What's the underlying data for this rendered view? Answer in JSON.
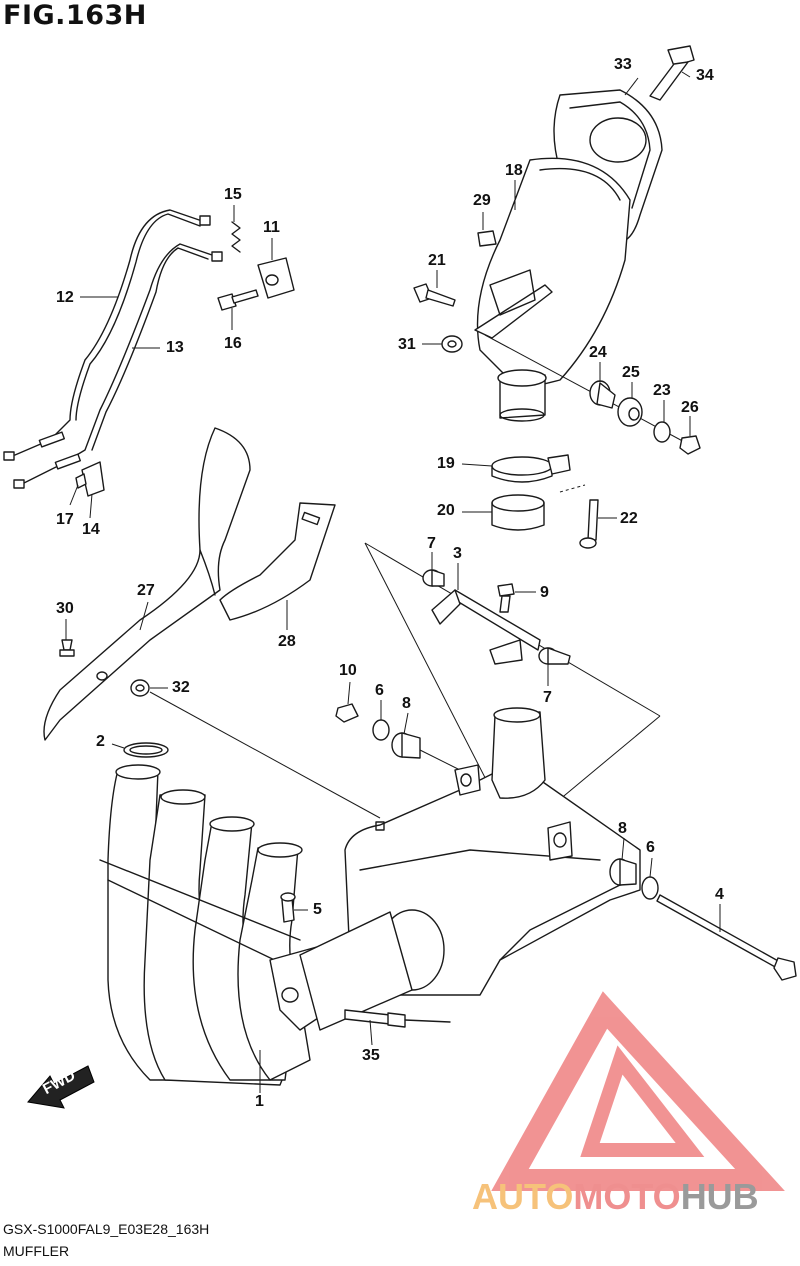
{
  "title": "FIG.163H",
  "footer": {
    "code": "GSX-S1000FAL9_E03E28_163H",
    "name": "MUFFLER"
  },
  "fwd_label": "FWD",
  "watermark": {
    "part1": "AUTO",
    "part2": "MOTO",
    "part3": "HUB",
    "colors": [
      "#f6c27a",
      "#ef8f8f",
      "#9a9a9a"
    ]
  },
  "callouts": {
    "n1": "1",
    "n2": "2",
    "n3": "3",
    "n4": "4",
    "n5": "5",
    "n6a": "6",
    "n6b": "6",
    "n7a": "7",
    "n7b": "7",
    "n8a": "8",
    "n8b": "8",
    "n9": "9",
    "n10": "10",
    "n11": "11",
    "n12": "12",
    "n13": "13",
    "n14": "14",
    "n15": "15",
    "n16": "16",
    "n17": "17",
    "n18": "18",
    "n19": "19",
    "n20": "20",
    "n21": "21",
    "n22": "22",
    "n23": "23",
    "n24": "24",
    "n25": "25",
    "n26": "26",
    "n27": "27",
    "n28": "28",
    "n29": "29",
    "n30": "30",
    "n31": "31",
    "n32": "32",
    "n33": "33",
    "n34": "34",
    "n35": "35"
  }
}
